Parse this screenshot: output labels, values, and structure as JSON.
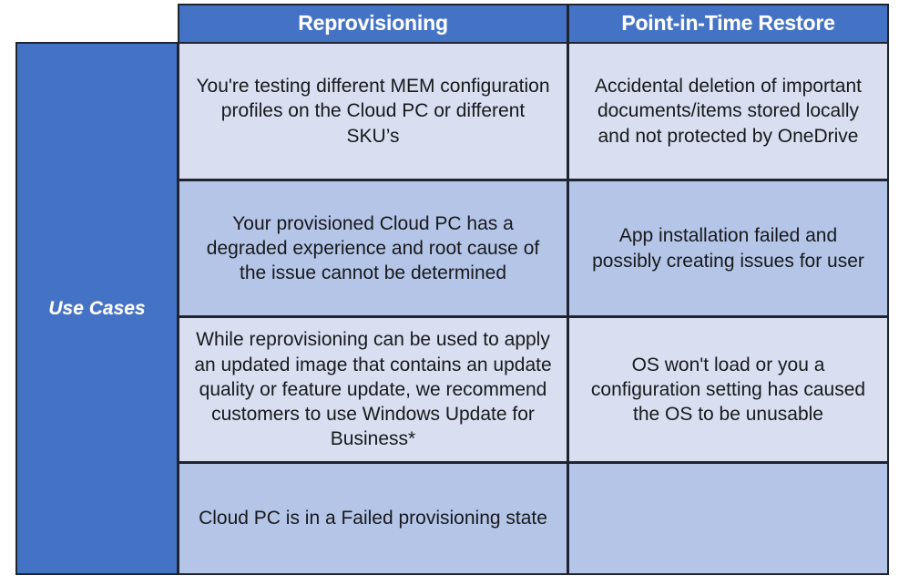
{
  "table": {
    "row_label": "Use Cases",
    "columns": [
      {
        "key": "reprovisioning",
        "label": "Reprovisioning"
      },
      {
        "key": "point_in_time_restore",
        "label": "Point-in-Time Restore"
      }
    ],
    "rows": [
      {
        "shade": "light",
        "reprovisioning": "You're testing different MEM configuration profiles on the Cloud PC or different SKU’s",
        "point_in_time_restore": "Accidental deletion of important documents/items stored locally and not protected by OneDrive"
      },
      {
        "shade": "medium",
        "reprovisioning": "Your provisioned Cloud PC has a degraded experience and root cause of the issue cannot be determined",
        "point_in_time_restore": "App installation failed and possibly creating issues for user"
      },
      {
        "shade": "light",
        "reprovisioning": "While reprovisioning can be used to apply an updated image that contains an update quality or feature update, we recommend customers to use Windows Update for Business*",
        "point_in_time_restore": "OS won't load or you a configuration setting has caused the OS to be unusable"
      },
      {
        "shade": "medium",
        "reprovisioning": "Cloud PC is in a Failed provisioning state",
        "point_in_time_restore": ""
      }
    ]
  },
  "colors": {
    "header_blue": "#4472C4",
    "row_light": "#D9DFF1",
    "row_medium": "#B4C5E7",
    "border": "#1F2430",
    "header_text": "#FFFFFF",
    "body_text": "#17191C"
  }
}
